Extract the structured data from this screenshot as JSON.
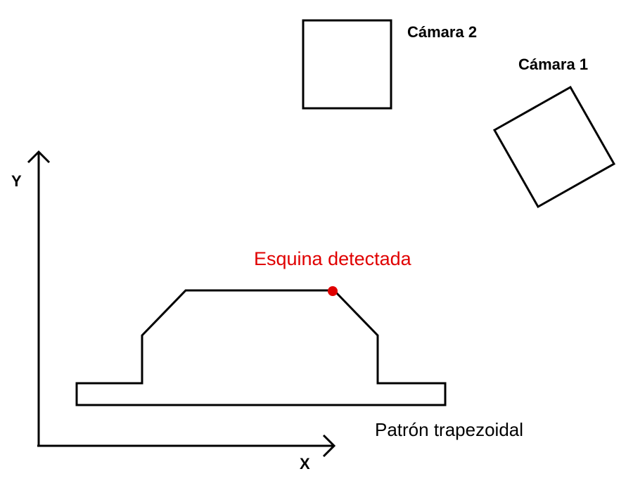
{
  "labels": {
    "camera2": "Cámara 2",
    "camera1": "Cámara 1",
    "y_axis": "Y",
    "x_axis": "X",
    "corner": "Esquina detectada",
    "pattern": "Patrón trapezoidal"
  },
  "colors": {
    "line": "#000000",
    "highlight": "#e00000",
    "background": "#ffffff"
  }
}
